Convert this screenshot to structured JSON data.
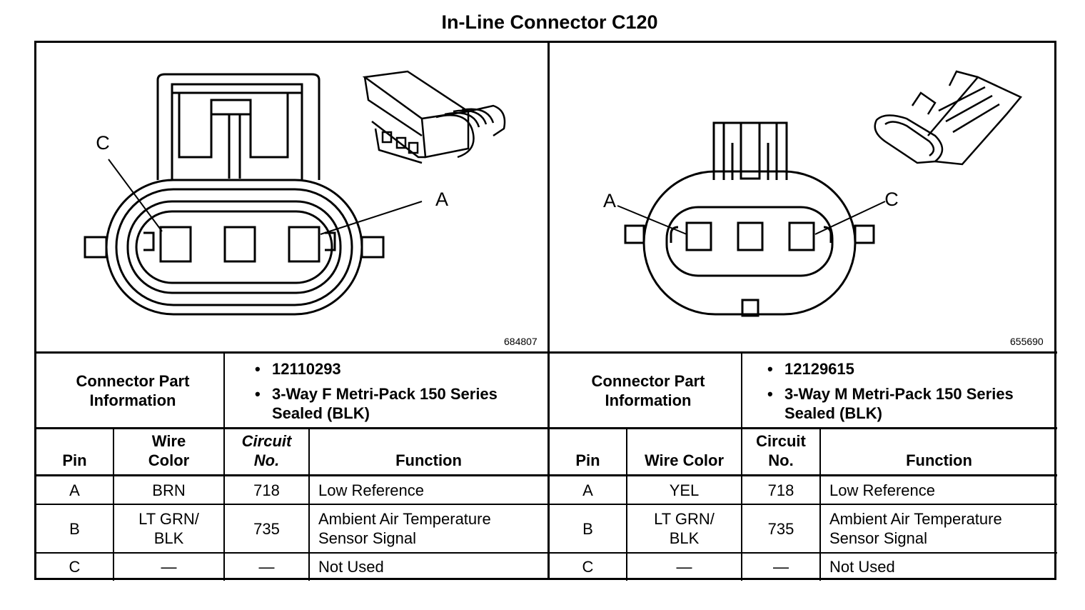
{
  "title": "In-Line Connector C120",
  "left": {
    "figure_number": "684807",
    "pin_letters": [
      "C",
      "A"
    ],
    "part_info_label": "Connector Part Information",
    "part_number": "12110293",
    "description_pre": "3-Way F Metri-Pack 150 Series",
    "description_post": "Sealed (BLK)",
    "headers": {
      "pin": "Pin",
      "wire_color": "Wire Color",
      "circuit_no": "Circuit No.",
      "function": "Function"
    },
    "rows": [
      {
        "pin": "A",
        "wire_color": "BRN",
        "circuit": "718",
        "function": "Low Reference"
      },
      {
        "pin": "B",
        "wire_color": "LT GRN/ BLK",
        "circuit": "735",
        "function": "Ambient Air Temperature Sensor Signal"
      },
      {
        "pin": "C",
        "wire_color": "—",
        "circuit": "—",
        "function": "Not Used"
      }
    ]
  },
  "right": {
    "figure_number": "655690",
    "pin_letters": [
      "A",
      "C"
    ],
    "part_info_label": "Connector Part Information",
    "part_number": "12129615",
    "description_pre": "3-Way M Metri-Pack 150 Series",
    "description_post": "Sealed (BLK)",
    "headers": {
      "pin": "Pin",
      "wire_color": "Wire Color",
      "circuit_no": "Circuit No.",
      "function": "Function"
    },
    "rows": [
      {
        "pin": "A",
        "wire_color": "YEL",
        "circuit": "718",
        "function": "Low Reference"
      },
      {
        "pin": "B",
        "wire_color": "LT GRN/ BLK",
        "circuit": "735",
        "function": "Ambient Air Temperature Sensor Signal"
      },
      {
        "pin": "C",
        "wire_color": "—",
        "circuit": "—",
        "function": "Not Used"
      }
    ]
  }
}
